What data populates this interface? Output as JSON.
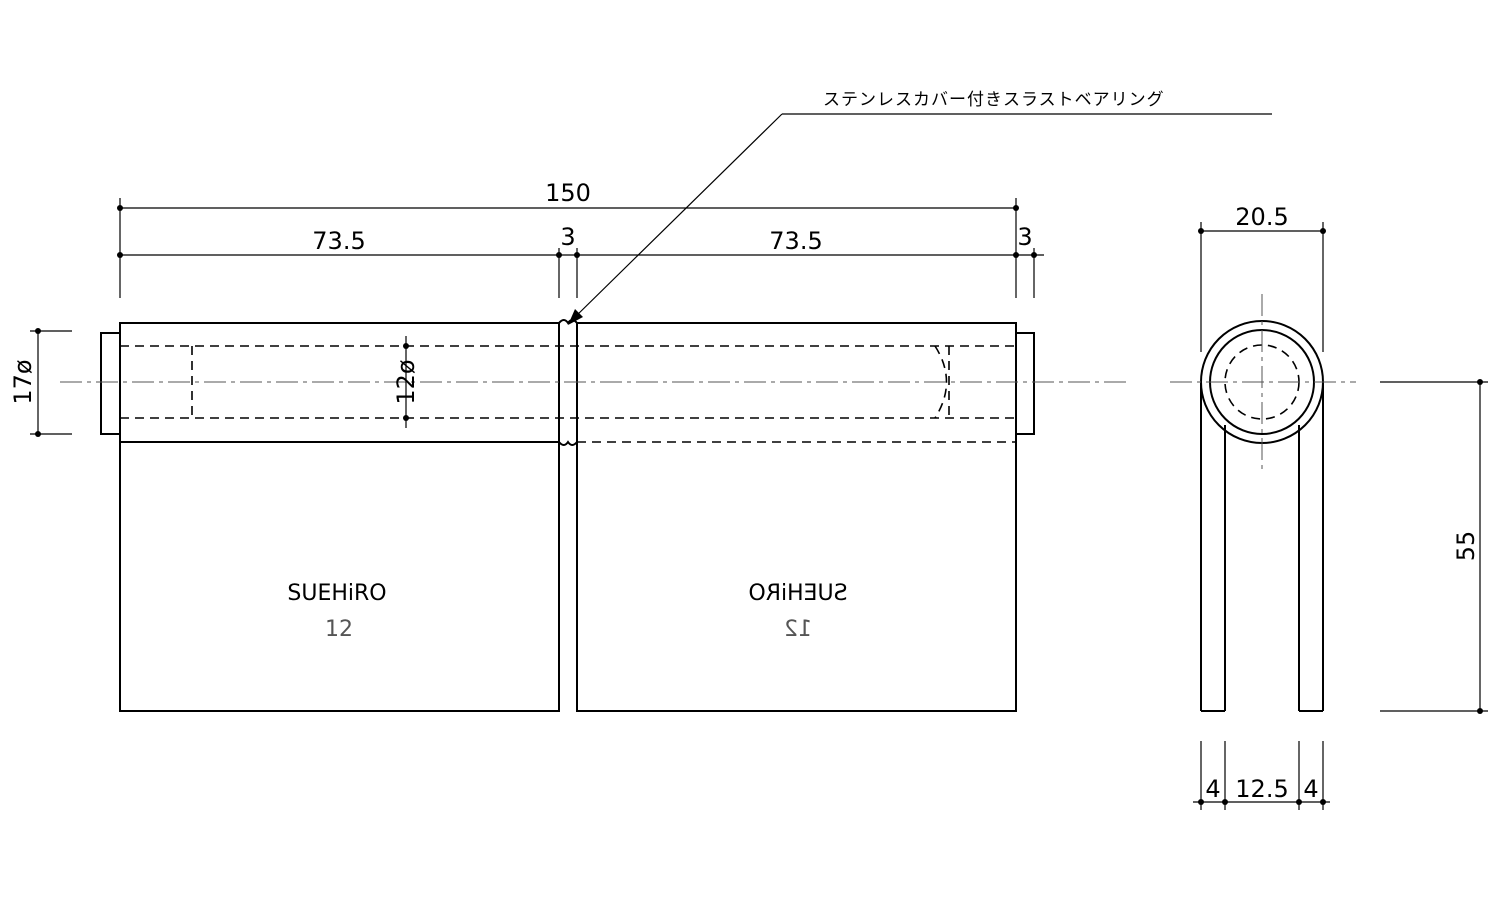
{
  "callout": {
    "label": "ステンレスカバー付きスラストベアリング"
  },
  "dimensions": {
    "overall_length": "150",
    "leaf_left": "73.5",
    "gap_center": "3",
    "leaf_right": "73.5",
    "end_right": "3",
    "outer_diameter": "17ø",
    "inner_diameter": "12ø",
    "side_width": "20.5",
    "height": "55",
    "leaf_thickness_left": "4",
    "inner_gap": "12.5",
    "leaf_thickness_right": "4"
  },
  "markings": {
    "brand": "SUEHiRO",
    "size": "12"
  }
}
